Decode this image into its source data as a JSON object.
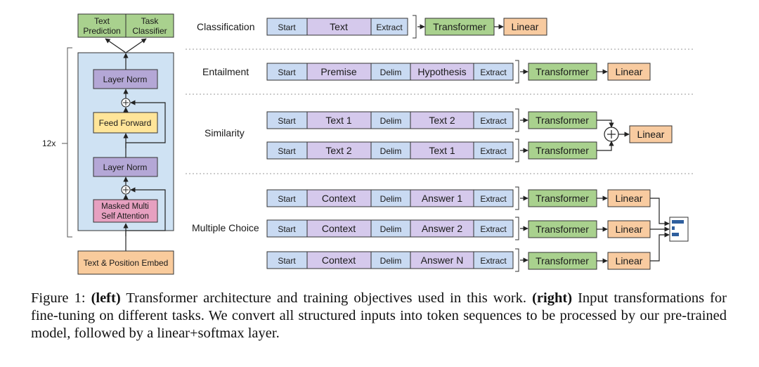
{
  "left": {
    "outputs": {
      "text_prediction_l1": "Text",
      "text_prediction_l2": "Prediction",
      "task_classifier_l1": "Task",
      "task_classifier_l2": "Classifier"
    },
    "block": {
      "layer_norm_top": "Layer Norm",
      "feed_forward": "Feed Forward",
      "layer_norm_bottom": "Layer Norm",
      "attention_l1": "Masked Multi",
      "attention_l2": "Self Attention"
    },
    "repeat": "12x",
    "embed": "Text & Position Embed"
  },
  "tasks": {
    "classification": {
      "label": "Classification",
      "tokens": [
        "Start",
        "Text",
        "Extract"
      ],
      "transformer": "Transformer",
      "linear": "Linear"
    },
    "entailment": {
      "label": "Entailment",
      "tokens": [
        "Start",
        "Premise",
        "Delim",
        "Hypothesis",
        "Extract"
      ],
      "transformer": "Transformer",
      "linear": "Linear"
    },
    "similarity": {
      "label": "Similarity",
      "rows": [
        [
          "Start",
          "Text 1",
          "Delim",
          "Text 2",
          "Extract"
        ],
        [
          "Start",
          "Text 2",
          "Delim",
          "Text 1",
          "Extract"
        ]
      ],
      "transformer": "Transformer",
      "linear": "Linear"
    },
    "multiple_choice": {
      "label": "Multiple Choice",
      "rows": [
        [
          "Start",
          "Context",
          "Delim",
          "Answer 1",
          "Extract"
        ],
        [
          "Start",
          "Context",
          "Delim",
          "Answer 2",
          "Extract"
        ],
        [
          "Start",
          "Context",
          "Delim",
          "Answer N",
          "Extract"
        ]
      ],
      "transformer": "Transformer",
      "linear": "Linear"
    }
  },
  "caption": {
    "prefix": "Figure 1: ",
    "left_bold": "(left)",
    "part1": " Transformer architecture and training objectives used in this work. ",
    "right_bold": "(right)",
    "part2": " Input transformations for fine-tuning on different tasks.  We convert all structured inputs into token sequences to be processed by our pre-trained model, followed by a linear+softmax layer."
  },
  "colors": {
    "token_start": "#c9daf2",
    "token_text": "#d5c9ec",
    "transformer": "#a9d18e",
    "linear": "#f8cba0",
    "layer_norm": "#b4a7d6",
    "feed_forward": "#ffe599",
    "attention": "#e6a0c0",
    "block_bg": "#cfe2f3",
    "embed": "#f9cb9c"
  }
}
